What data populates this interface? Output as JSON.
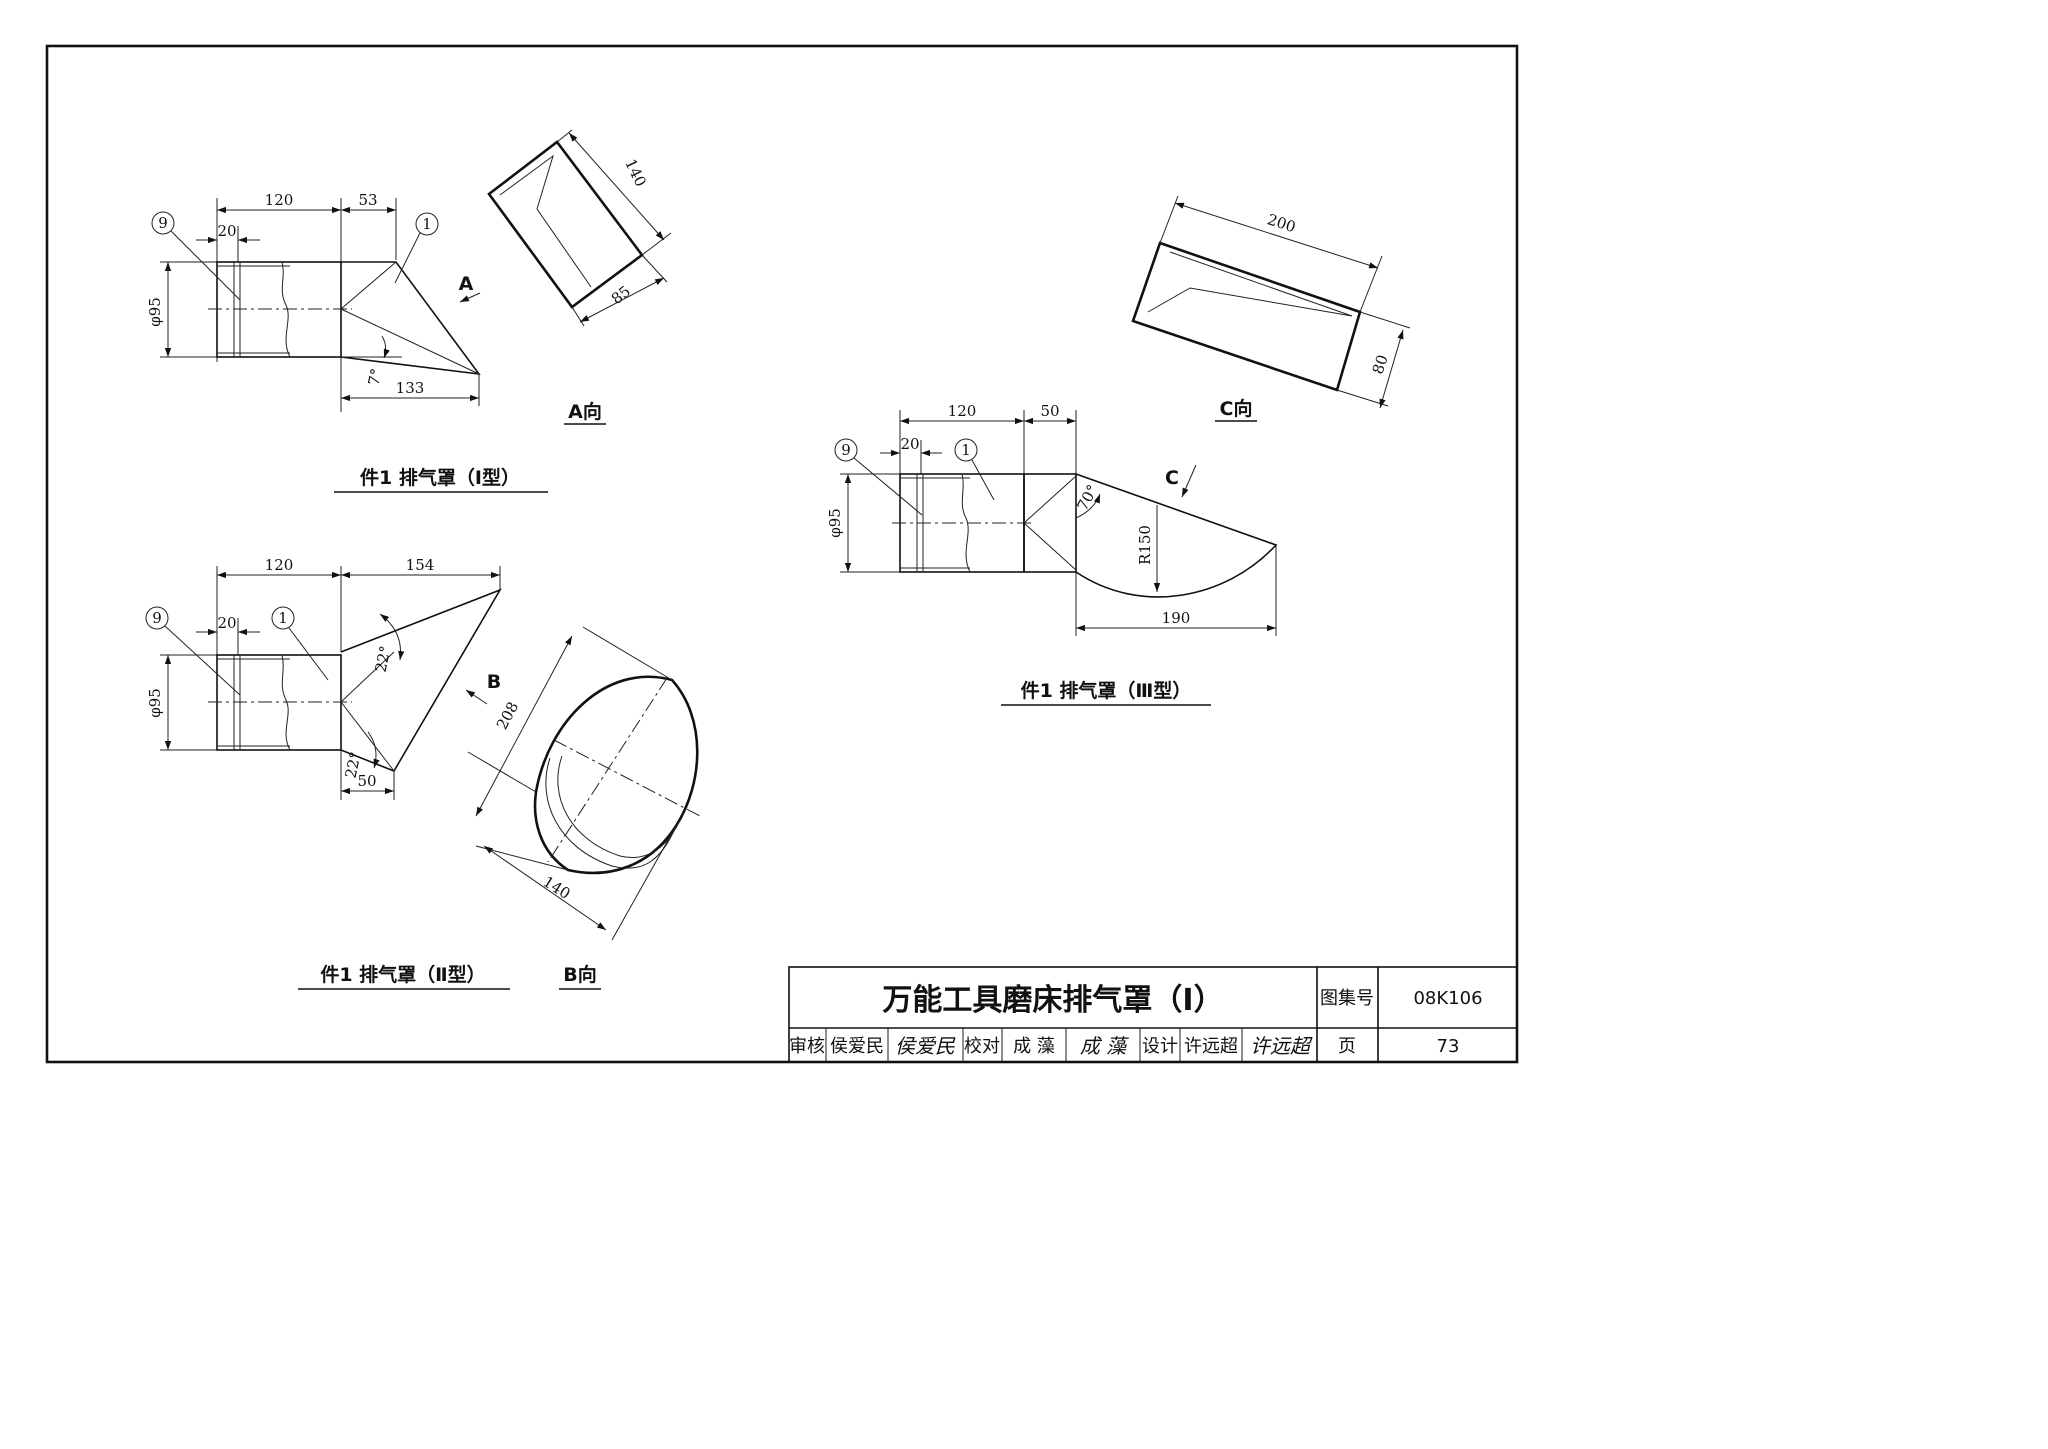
{
  "type1": {
    "caption": "件1 排气罩（Ⅰ型）",
    "view_label": "A向",
    "dims": {
      "len": "120",
      "ext": "53",
      "flange": "20",
      "dia": "φ95",
      "tip": "133",
      "angle": "7°",
      "view_long": "140",
      "view_short": "85"
    },
    "tags": {
      "part9": "9",
      "part1": "1"
    },
    "arrow": "A"
  },
  "type2": {
    "caption": "件1 排气罩（Ⅱ型）",
    "view_label": "B向",
    "dims": {
      "len": "120",
      "ext": "154",
      "flange": "20",
      "dia": "φ95",
      "angle_top": "22°",
      "angle_bot": "22°",
      "bottom": "50",
      "view_long": "208",
      "view_short": "140"
    },
    "tags": {
      "part9": "9",
      "part1": "1"
    },
    "arrow": "B"
  },
  "type3": {
    "caption": "件1 排气罩（Ⅲ型）",
    "view_label": "C向",
    "dims": {
      "len": "120",
      "ext": "50",
      "flange": "20",
      "dia": "φ95",
      "angle": "70°",
      "radius": "R150",
      "span": "190",
      "view_long": "200",
      "view_short": "80"
    },
    "tags": {
      "part9": "9",
      "part1": "1"
    },
    "arrow": "C"
  },
  "title_block": {
    "title": "万能工具磨床排气罩（Ⅰ）",
    "atlas_label": "图集号",
    "atlas_no": "08K106",
    "page_label": "页",
    "page_no": "73",
    "review_label": "审核",
    "review_name": "侯爱民",
    "review_sig": "侯爱民",
    "check_label": "校对",
    "check_name": "成 藻",
    "check_sig": "成 藻",
    "design_label": "设计",
    "design_name": "许远超",
    "design_sig": "许远超"
  }
}
